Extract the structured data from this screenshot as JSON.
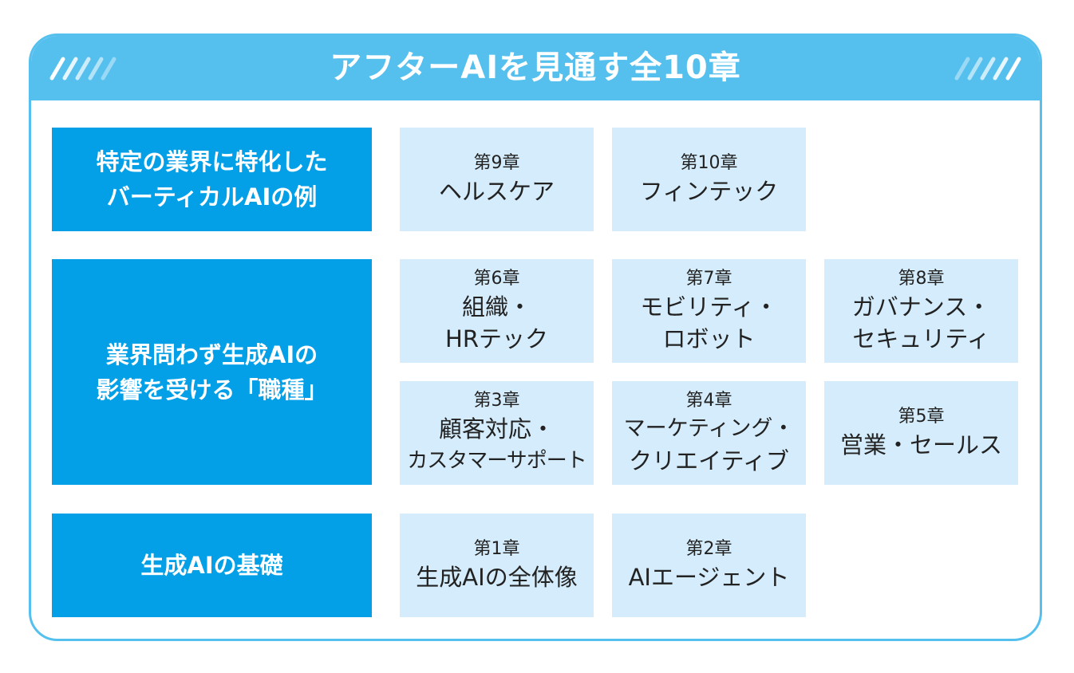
{
  "header": {
    "title": "アフターAIを見通す全10章"
  },
  "colors": {
    "header_bg": "#55c0ee",
    "category_bg": "#03a0e8",
    "chapter_bg": "#d4ecfb",
    "text_dark": "#222222"
  },
  "categories": {
    "vertical": {
      "line1": "特定の業界に特化した",
      "line2": "バーティカルAIの例"
    },
    "occupations": {
      "line1": "業界問わず生成AIの",
      "line2": "影響を受ける「職種」"
    },
    "basics": {
      "line1": "生成AIの基礎"
    }
  },
  "chapters": {
    "ch9": {
      "num": "第9章",
      "line1": "ヘルスケア"
    },
    "ch10": {
      "num": "第10章",
      "line1": "フィンテック"
    },
    "ch6": {
      "num": "第6章",
      "line1": "組織・",
      "line2": "HRテック"
    },
    "ch7": {
      "num": "第7章",
      "line1": "モビリティ・",
      "line2": "ロボット"
    },
    "ch8": {
      "num": "第8章",
      "line1": "ガバナンス・",
      "line2": "セキュリティ"
    },
    "ch3": {
      "num": "第3章",
      "line1": "顧客対応・",
      "line2": "カスタマーサポート"
    },
    "ch4": {
      "num": "第4章",
      "line1": "マーケティング・",
      "line2": "クリエイティブ"
    },
    "ch5": {
      "num": "第5章",
      "line1": "営業・セールス"
    },
    "ch1": {
      "num": "第1章",
      "line1": "生成AIの全体像"
    },
    "ch2": {
      "num": "第2章",
      "line1": "AIエージェント"
    }
  }
}
